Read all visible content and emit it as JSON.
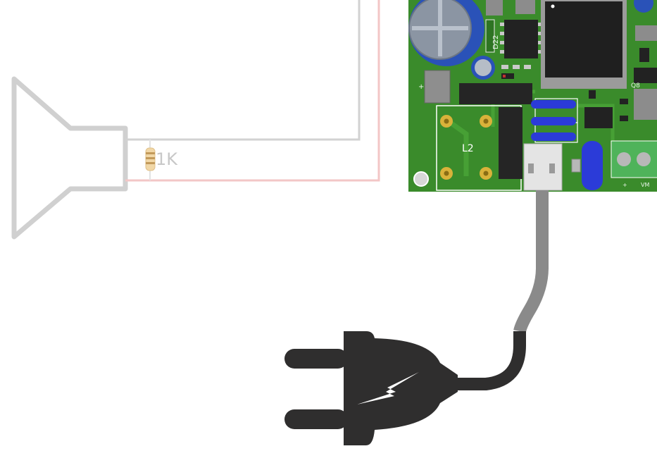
{
  "resistor": {
    "label": "1K"
  },
  "pcb": {
    "inductor_label": "L2",
    "diode_label": "D22",
    "transistor_label": "Q8",
    "terminal_label": "VM",
    "terminal_plus": "+",
    "cap_plus": "+"
  },
  "colors": {
    "pcb_green": "#3a8b2b",
    "pcb_dark": "#2e7423",
    "wire_gray": "#d2d2d2",
    "wire_red": "#f3c6c6",
    "plug_dark": "#2f2e2e",
    "jumper_blue": "#2b3bd8",
    "cap_blue": "#3060c8"
  }
}
